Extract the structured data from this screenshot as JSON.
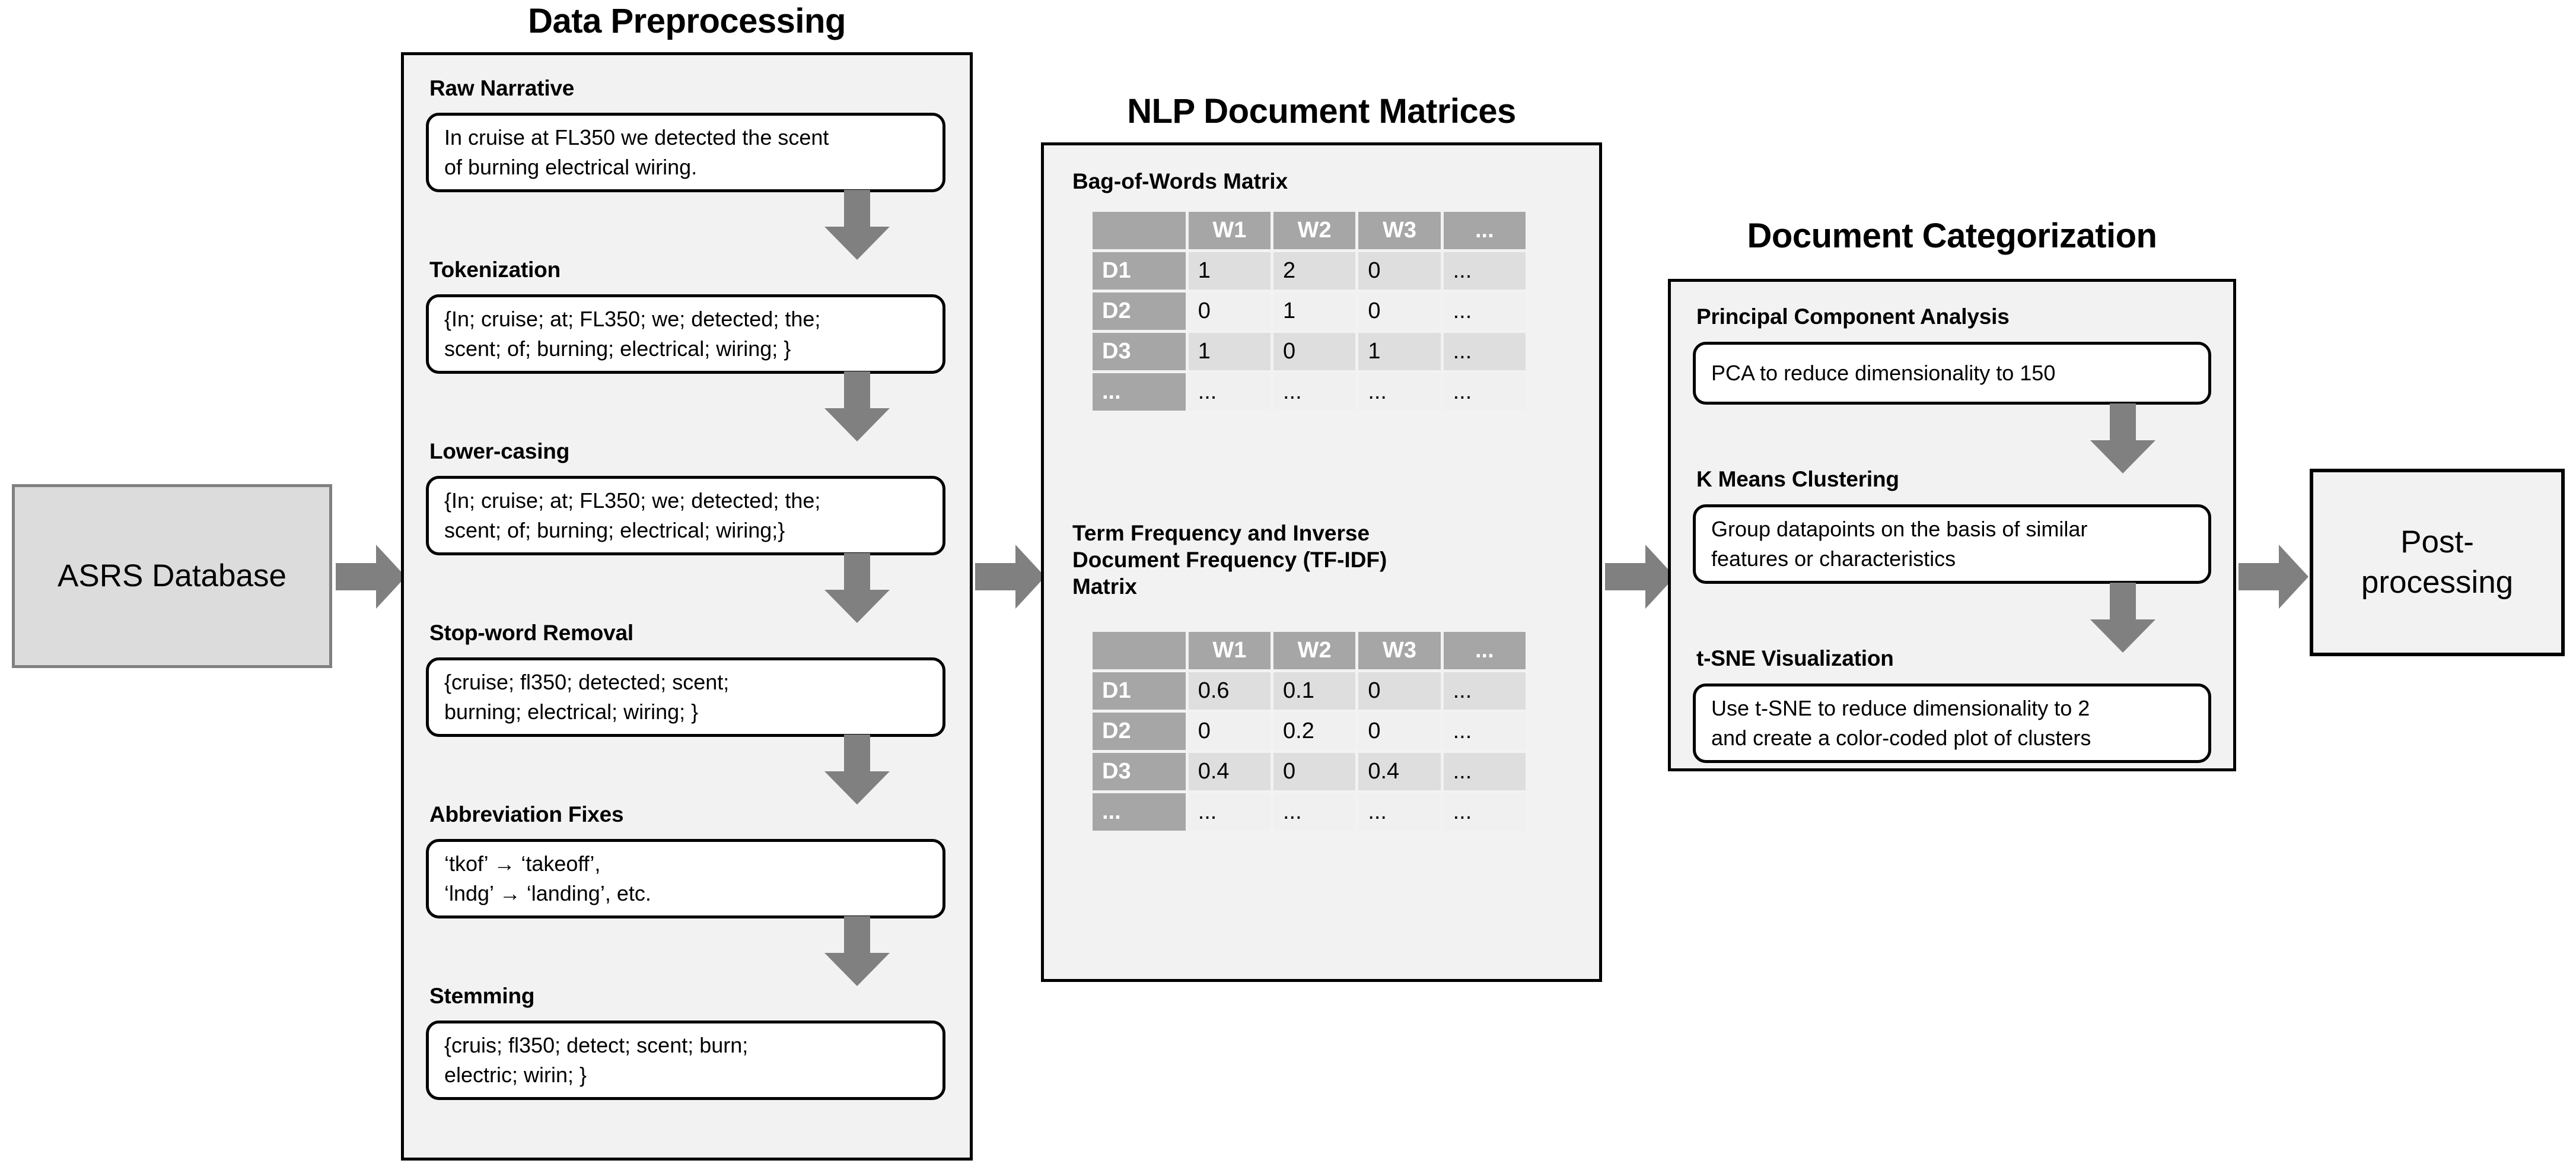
{
  "titles": {
    "preprocessing": "Data Preprocessing",
    "nlp": "NLP Document Matrices",
    "categorization": "Document Categorization"
  },
  "terminals": {
    "source": "ASRS Database",
    "sink_line1": "Post-",
    "sink_line2": "processing"
  },
  "preprocessing_steps": [
    {
      "label": "Raw Narrative",
      "line1": "In cruise at FL350 we detected the scent",
      "line2": "of burning electrical wiring."
    },
    {
      "label": "Tokenization",
      "line1": "{In; cruise; at; FL350; we; detected; the;",
      "line2": "scent; of; burning; electrical; wiring; }"
    },
    {
      "label": "Lower-casing",
      "line1": "{In; cruise; at; FL350; we; detected; the;",
      "line2": "scent; of; burning; electrical; wiring;}"
    },
    {
      "label": "Stop-word Removal",
      "line1": "{cruise; fl350; detected; scent;",
      "line2": "burning; electrical; wiring; }"
    },
    {
      "label": "Abbreviation Fixes",
      "line1": "‘tkof’ → ‘takeoff’,",
      "line2": "‘lndg’ → ‘landing’, etc."
    },
    {
      "label": "Stemming",
      "line1": "{cruis; fl350; detect; scent; burn;",
      "line2": "electric; wirin; }"
    }
  ],
  "matrices": [
    {
      "title": "Bag-of-Words Matrix",
      "columns": [
        "",
        "W1",
        "W2",
        "W3",
        "..."
      ],
      "rows": [
        {
          "label": "D1",
          "values": [
            "1",
            "2",
            "0",
            "..."
          ]
        },
        {
          "label": "D2",
          "values": [
            "0",
            "1",
            "0",
            "..."
          ]
        },
        {
          "label": "D3",
          "values": [
            "1",
            "0",
            "1",
            "..."
          ]
        },
        {
          "label": "...",
          "values": [
            "...",
            "...",
            "...",
            "..."
          ]
        }
      ]
    },
    {
      "title_line1": "Term Frequency and Inverse",
      "title_line2": "Document Frequency (TF-IDF)",
      "title_line3": "Matrix",
      "columns": [
        "",
        "W1",
        "W2",
        "W3",
        "..."
      ],
      "rows": [
        {
          "label": "D1",
          "values": [
            "0.6",
            "0.1",
            "0",
            "..."
          ]
        },
        {
          "label": "D2",
          "values": [
            "0",
            "0.2",
            "0",
            "..."
          ]
        },
        {
          "label": "D3",
          "values": [
            "0.4",
            "0",
            "0.4",
            "..."
          ]
        },
        {
          "label": "...",
          "values": [
            "...",
            "...",
            "...",
            "..."
          ]
        }
      ]
    }
  ],
  "categorization_steps": [
    {
      "label": "Principal Component Analysis",
      "line1": "PCA to reduce dimensionality to 150",
      "line2": ""
    },
    {
      "label": "K Means Clustering",
      "line1": "Group datapoints on the basis of similar",
      "line2": "features or characteristics"
    },
    {
      "label": "t-SNE Visualization",
      "line1": "Use t-SNE to reduce dimensionality to 2",
      "line2": "and create a color-coded plot of clusters"
    }
  ],
  "colors": {
    "panel_fill": "#f2f2f2",
    "panel_border": "#000000",
    "arrow": "#808080",
    "matrix_header": "#a6a6a6",
    "matrix_row_odd": "#dedede",
    "matrix_row_even": "#f0f0f0",
    "source_fill": "#dcdcdc",
    "source_border": "#808080"
  }
}
